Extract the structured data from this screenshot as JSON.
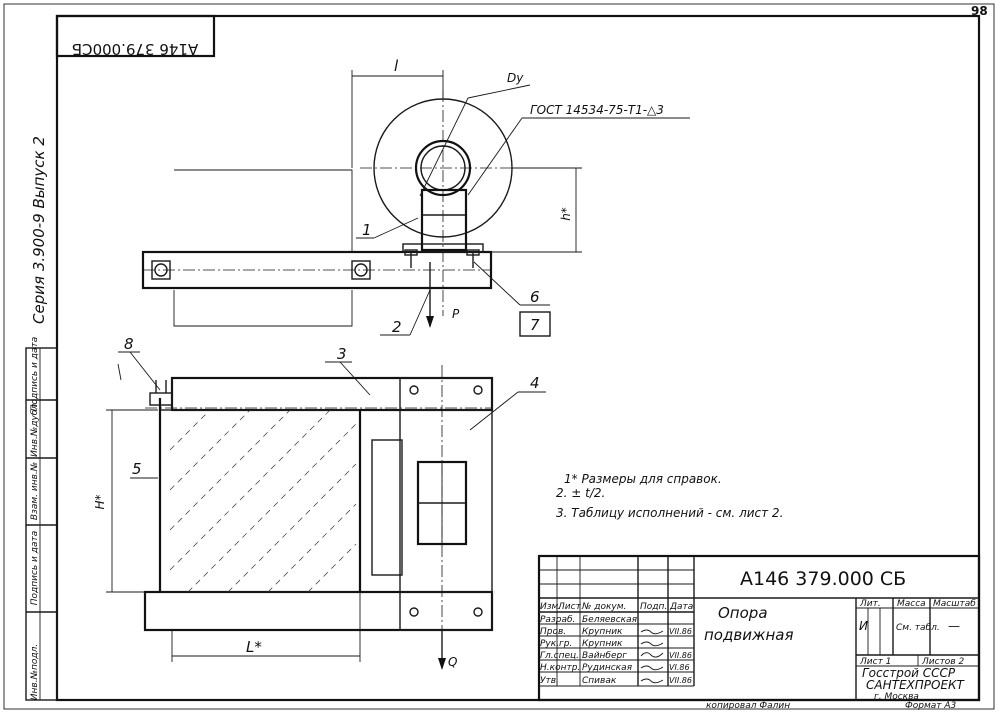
{
  "sheet": {
    "page_number": "98",
    "mirrored_code": "А146 379.000СБ",
    "series_text": "Серия 3.900-9  Выпуск 2",
    "copied_by": "копировал Фалин",
    "format": "Формат А3"
  },
  "left_strip": {
    "fields": [
      "Инв.№подл.",
      "Подпись и дата",
      "Взам. инв.№",
      "Инв.№дубл.",
      "Подпись и дата"
    ]
  },
  "drawing": {
    "dim_l": "l",
    "dim_dy": "Dу",
    "weld_note": "ГОСТ 14534-75-Т1-△3",
    "dim_h": "h*",
    "dim_H": "H*",
    "dim_L": "L*",
    "force_p": "P",
    "force_q": "Q",
    "callouts": [
      "1",
      "2",
      "3",
      "4",
      "5",
      "6",
      "7",
      "8"
    ]
  },
  "notes": [
    "1* Размеры для справок.",
    "2. ± t/2.",
    "3. Таблицу исполнений - см. лист 2."
  ],
  "title_block": {
    "designation": "А146 379.000 СБ",
    "name_line1": "Опора",
    "name_line2": "подвижная",
    "col_headers": [
      "Изм.",
      "Лист",
      "№ докум.",
      "Подп.",
      "Дата"
    ],
    "roles": [
      "Разраб.",
      "Пров.",
      "Рук.гр.",
      "Гл.спец.",
      "Н.контр.",
      "Утв."
    ],
    "names": [
      "Беляевская",
      "Крупник",
      "Крупник",
      "Вайнберг",
      "Рудинская",
      "Спивак"
    ],
    "dates": [
      "",
      "VII.86",
      "",
      "VII.86",
      "VI.86",
      "VII.86"
    ],
    "lit_label": "Лит.",
    "lit_value": "И",
    "mass_label": "Масса",
    "mass_value": "См. табл.",
    "scale_label": "Масштаб",
    "scale_value": "—",
    "sheet_label": "Лист 1",
    "sheets_label": "Листов 2",
    "org_line1": "Госстрой СССР",
    "org_line2": "САНТЕХПРОЕКТ",
    "org_line3": "г. Москва"
  }
}
